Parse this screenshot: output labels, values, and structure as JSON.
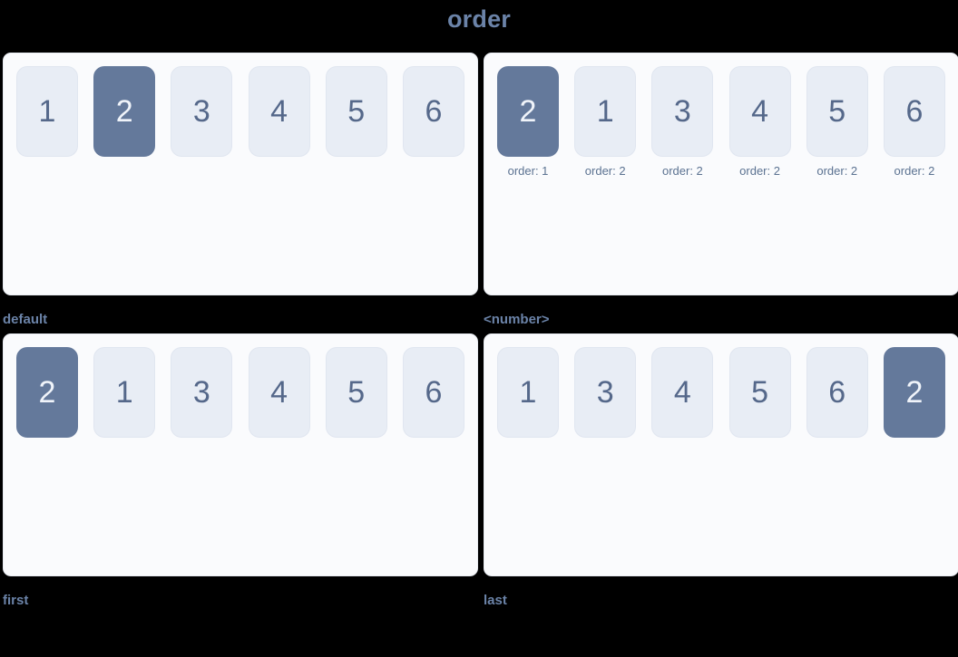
{
  "title": "order",
  "colors": {
    "background": "#000000",
    "title_text": "#6b83a8",
    "panel_background": "#fafbfd",
    "panel_border": "#e9edf3",
    "box_background": "#e8edf5",
    "box_text": "#55688a",
    "box_highlight_background": "#64799b",
    "box_highlight_text": "#f0f4fa",
    "caption_text": "#6b83a8",
    "sublabel_text": "#5b7291"
  },
  "panels": [
    {
      "caption": "default",
      "items": [
        {
          "label": "1",
          "highlight": false,
          "sublabel": ""
        },
        {
          "label": "2",
          "highlight": true,
          "sublabel": ""
        },
        {
          "label": "3",
          "highlight": false,
          "sublabel": ""
        },
        {
          "label": "4",
          "highlight": false,
          "sublabel": ""
        },
        {
          "label": "5",
          "highlight": false,
          "sublabel": ""
        },
        {
          "label": "6",
          "highlight": false,
          "sublabel": ""
        }
      ]
    },
    {
      "caption": "<number>",
      "items": [
        {
          "label": "2",
          "highlight": true,
          "sublabel": "order: 1"
        },
        {
          "label": "1",
          "highlight": false,
          "sublabel": "order: 2"
        },
        {
          "label": "3",
          "highlight": false,
          "sublabel": "order: 2"
        },
        {
          "label": "4",
          "highlight": false,
          "sublabel": "order: 2"
        },
        {
          "label": "5",
          "highlight": false,
          "sublabel": "order: 2"
        },
        {
          "label": "6",
          "highlight": false,
          "sublabel": "order: 2"
        }
      ]
    },
    {
      "caption": "first",
      "items": [
        {
          "label": "2",
          "highlight": true,
          "sublabel": ""
        },
        {
          "label": "1",
          "highlight": false,
          "sublabel": ""
        },
        {
          "label": "3",
          "highlight": false,
          "sublabel": ""
        },
        {
          "label": "4",
          "highlight": false,
          "sublabel": ""
        },
        {
          "label": "5",
          "highlight": false,
          "sublabel": ""
        },
        {
          "label": "6",
          "highlight": false,
          "sublabel": ""
        }
      ]
    },
    {
      "caption": "last",
      "items": [
        {
          "label": "1",
          "highlight": false,
          "sublabel": ""
        },
        {
          "label": "3",
          "highlight": false,
          "sublabel": ""
        },
        {
          "label": "4",
          "highlight": false,
          "sublabel": ""
        },
        {
          "label": "5",
          "highlight": false,
          "sublabel": ""
        },
        {
          "label": "6",
          "highlight": false,
          "sublabel": ""
        },
        {
          "label": "2",
          "highlight": true,
          "sublabel": ""
        }
      ]
    }
  ]
}
